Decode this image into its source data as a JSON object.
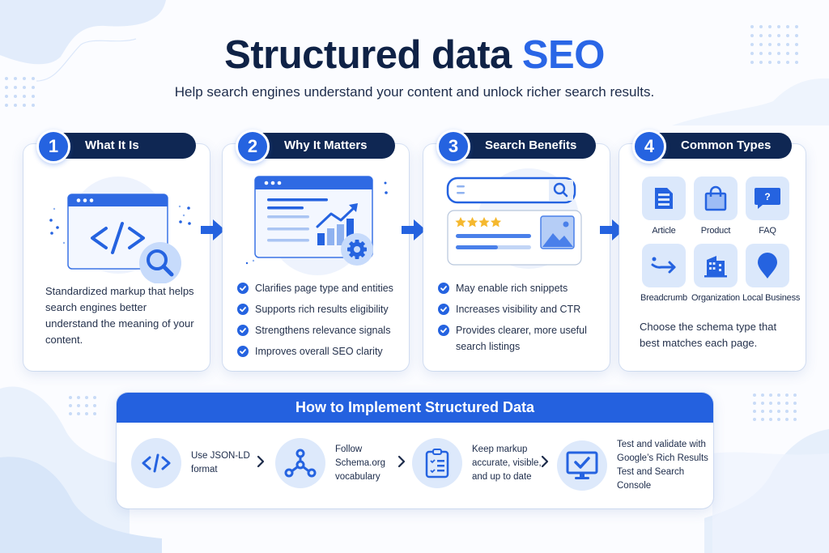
{
  "header": {
    "title_main": "Structured data ",
    "title_accent": "SEO",
    "subtitle": "Help search engines understand your content and unlock richer search results."
  },
  "colors": {
    "primary_blue": "#2563e0",
    "navy": "#0f2753",
    "light_blue": "#dbe8fb",
    "star_yellow": "#f5b82e",
    "title_navy": "#0f2246"
  },
  "cards": [
    {
      "number": "1",
      "title": "What It Is",
      "icon": "code-window-magnifier-icon",
      "description": "Standardized markup that helps search engines better understand the meaning of your content."
    },
    {
      "number": "2",
      "title": "Why It Matters",
      "icon": "analytics-window-gear-icon",
      "checks": [
        "Clarifies page type and entities",
        "Supports rich results eligibility",
        "Strengthens relevance signals",
        "Improves overall SEO clarity"
      ]
    },
    {
      "number": "3",
      "title": "Search Benefits",
      "icon": "search-result-rich-snippet-icon",
      "checks": [
        "May enable rich snippets",
        "Increases visibility and CTR",
        "Provides clearer, more useful search listings"
      ]
    },
    {
      "number": "4",
      "title": "Common Types",
      "types": [
        {
          "label": "Article",
          "icon": "article-icon"
        },
        {
          "label": "Product",
          "icon": "shopping-bag-icon"
        },
        {
          "label": "FAQ",
          "icon": "question-bubble-icon"
        },
        {
          "label": "Breadcrumb",
          "icon": "breadcrumb-arrow-icon"
        },
        {
          "label": "Organization",
          "icon": "building-icon"
        },
        {
          "label": "Local Business",
          "icon": "map-pin-icon"
        }
      ],
      "description": "Choose the schema type that best matches each page."
    }
  ],
  "implementation": {
    "title": "How to Implement Structured Data",
    "steps": [
      {
        "icon": "code-icon",
        "text": "Use JSON-LD format",
        "lines": [
          "Use JSON-LD",
          "format"
        ]
      },
      {
        "icon": "network-nodes-icon",
        "text": "Follow Schema.org vocabulary",
        "lines": [
          "Follow",
          "Schema.org",
          "vocabulary"
        ]
      },
      {
        "icon": "clipboard-checklist-icon",
        "text": "Keep markup accurate, visible, and up to date",
        "lines": [
          "Keep markup",
          "accurate, visible,",
          "and up to date"
        ]
      },
      {
        "icon": "monitor-check-icon",
        "text": "Test and validate with Google's Rich Results Test and Search Console",
        "lines": [
          "Test and validate with",
          "Google’s Rich Results",
          "Test and Search Console"
        ]
      }
    ]
  }
}
